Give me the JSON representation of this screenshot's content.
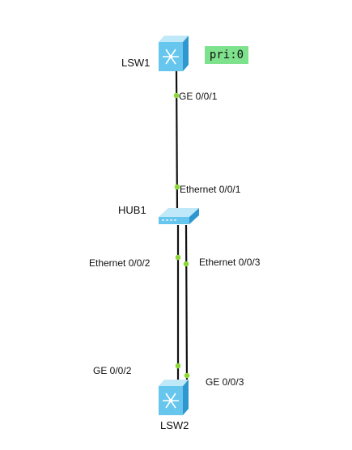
{
  "nodes": {
    "lsw1": {
      "label": "LSW1",
      "type": "switch-icon"
    },
    "hub1": {
      "label": "HUB1",
      "type": "hub-icon"
    },
    "lsw2": {
      "label": "LSW2",
      "type": "switch-icon"
    }
  },
  "badge": {
    "text": "pri:0"
  },
  "links": [
    {
      "from": "LSW1",
      "from_port": "GE 0/0/1",
      "to": "HUB1",
      "to_port": "Ethernet 0/0/1"
    },
    {
      "from": "HUB1",
      "from_port": "Ethernet 0/0/2",
      "to": "LSW2",
      "to_port": "GE 0/0/2"
    },
    {
      "from": "HUB1",
      "from_port": "Ethernet 0/0/3",
      "to": "LSW2",
      "to_port": "GE 0/0/3"
    }
  ],
  "colors": {
    "link": "#111111",
    "port_dot": "#8dd63a",
    "device_face": "#66c6ee",
    "device_top": "#bfe8f8",
    "device_side": "#2f97cf",
    "badge_bg": "#7ee28c"
  }
}
